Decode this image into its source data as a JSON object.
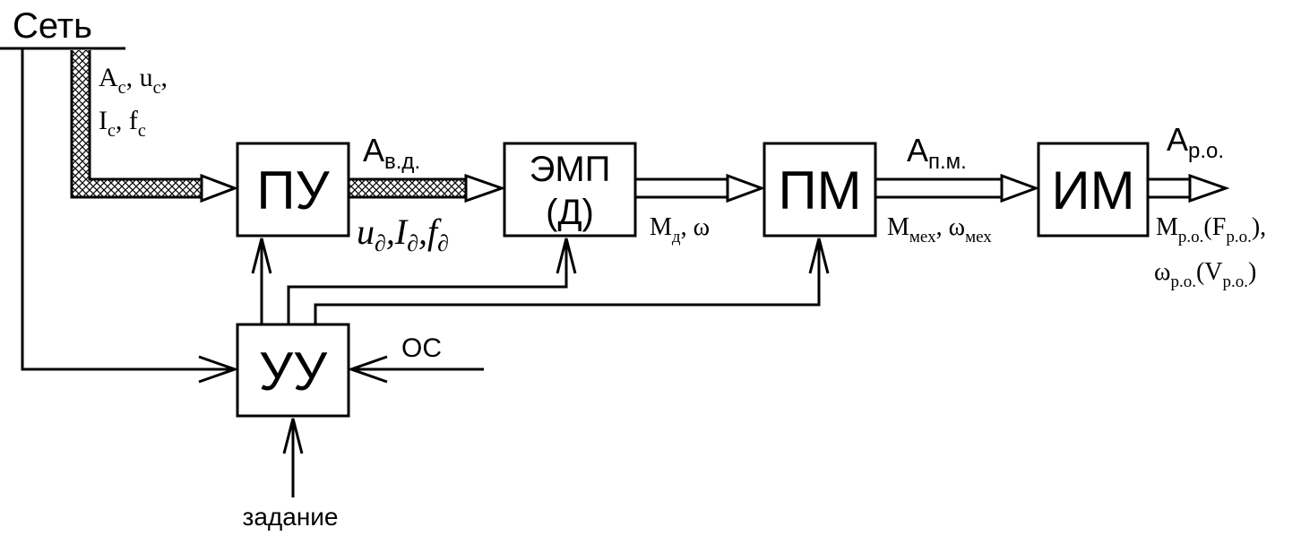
{
  "network": {
    "label": "Сеть"
  },
  "network_params": {
    "line1": {
      "a": "A",
      "a_sub": "с",
      "u": "u",
      "u_sub": "с"
    },
    "line2": {
      "i": "I",
      "i_sub": "с",
      "f": "f",
      "f_sub": "с"
    }
  },
  "blocks": {
    "pu": "ПУ",
    "emp_line1": "ЭМП",
    "emp_line2": "(Д)",
    "pm": "ПМ",
    "im": "ИМ",
    "uu": "УУ"
  },
  "flows": {
    "a_vd": {
      "main": "A",
      "sub": "в.д."
    },
    "u_d": {
      "u": "u",
      "i": "I",
      "f": "f",
      "sub": "∂"
    },
    "m_d": {
      "m": "M",
      "m_sub": "д",
      "omega": "ω"
    },
    "a_pm": {
      "main": "A",
      "sub": "п.м."
    },
    "m_mech": {
      "m": "M",
      "m_sub": "мех",
      "omega": "ω",
      "omega_sub": "мех"
    },
    "a_ro": {
      "main": "A",
      "sub": "р.о."
    },
    "m_ro": {
      "m": "M",
      "m_sub": "р.о.",
      "f": "F",
      "f_sub": "р.о."
    },
    "omega_ro": {
      "omega": "ω",
      "omega_sub": "р.о.",
      "v": "V",
      "v_sub": "р.о."
    }
  },
  "feedback": {
    "label": "ОС"
  },
  "setpoint": {
    "label": "задание"
  }
}
